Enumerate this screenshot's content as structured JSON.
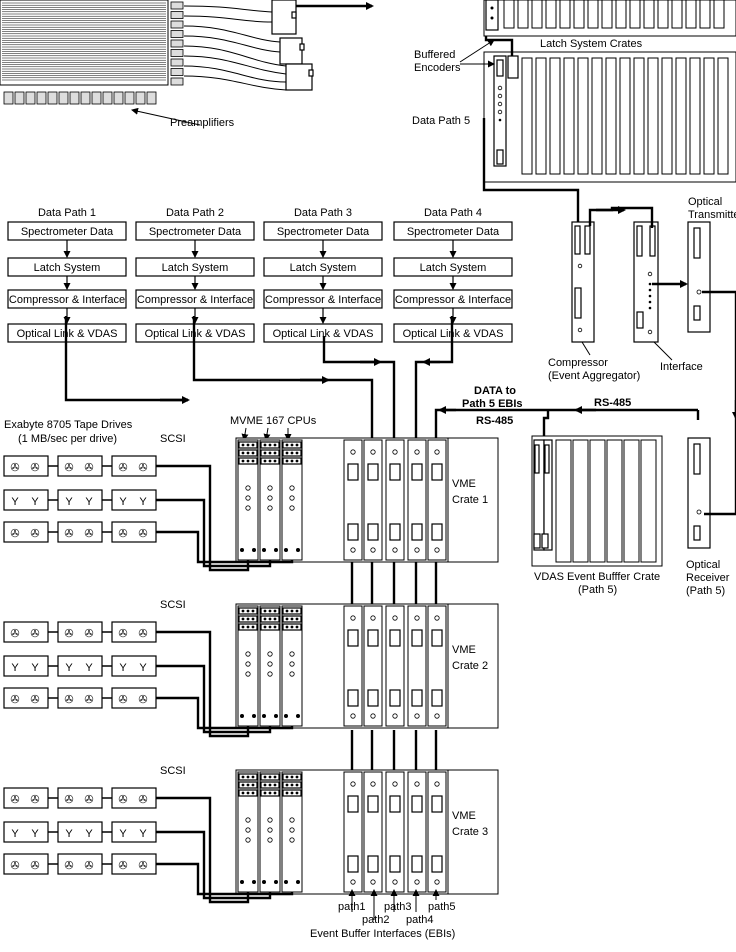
{
  "labels": {
    "latch_system_crates": "Latch System Crates",
    "buffered_encoders": [
      "Buffered",
      "Encoders"
    ],
    "data_path_5": "Data Path 5",
    "preamplifiers": "Preamplifiers",
    "optical_transmitter": [
      "Optical",
      "Transmitter"
    ],
    "compressor": [
      "Compressor",
      "(Event Aggregator)"
    ],
    "interface": "Interface",
    "data_to_ebis": [
      "DATA to",
      "Path 5 EBIs"
    ],
    "rs485": "RS-485",
    "tape_drives": [
      "Exabyte 8705 Tape Drives",
      "(1 MB/sec per drive)"
    ],
    "cpus": "MVME 167 CPUs",
    "scsi": "SCSI",
    "vdas_crate": [
      "VDAS Event Bufffer Crate",
      "(Path 5)"
    ],
    "optical_receiver": [
      "Optical",
      "Receiver",
      "(Path 5)"
    ],
    "ebi_paths": [
      "path1",
      "path2",
      "path3",
      "path4",
      "path5"
    ],
    "ebi_caption": "Event Buffer Interfaces (EBIs)"
  },
  "data_paths": [
    {
      "title": "Data Path 1",
      "stages": [
        "Spectrometer Data",
        "Latch System",
        "Compressor & Interface",
        "Optical Link & VDAS"
      ]
    },
    {
      "title": "Data Path 2",
      "stages": [
        "Spectrometer Data",
        "Latch System",
        "Compressor & Interface",
        "Optical Link & VDAS"
      ]
    },
    {
      "title": "Data Path 3",
      "stages": [
        "Spectrometer Data",
        "Latch System",
        "Compressor & Interface",
        "Optical Link & VDAS"
      ]
    },
    {
      "title": "Data Path 4",
      "stages": [
        "Spectrometer Data",
        "Latch System",
        "Compressor & Interface",
        "Optical Link & VDAS"
      ]
    }
  ],
  "vme_crates": [
    {
      "name": [
        "VME",
        "Crate 1"
      ]
    },
    {
      "name": [
        "VME",
        "Crate 2"
      ]
    },
    {
      "name": [
        "VME",
        "Crate 3"
      ]
    }
  ]
}
